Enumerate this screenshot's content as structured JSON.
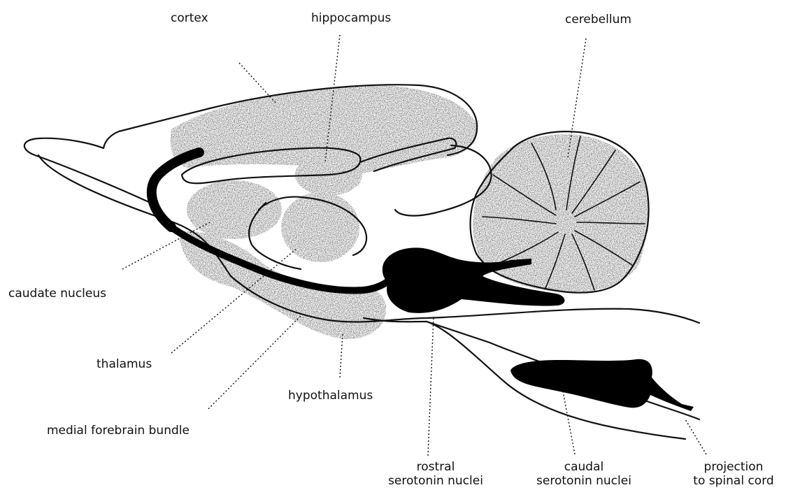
{
  "labels": {
    "cortex": "cortex",
    "hippocampus": "hippocampus",
    "cerebellum": "cerebellum",
    "caudate_nucleus": "caudate nucleus",
    "thalamus": "thalamus",
    "hypothalamus": "hypothalamus",
    "medial_forebrain_bundle": "medial forebrain bundle",
    "rostral_serotonin_nuclei": [
      "rostral",
      "serotonin nuclei"
    ],
    "caudal_serotonin_nuclei": [
      "caudal",
      "serotonin nuclei"
    ],
    "projection_to_spinal_cord": [
      "projection",
      "to spinal cord"
    ]
  },
  "colors": {
    "ink": "#111111",
    "shading": "#6b6b6b",
    "nuclei": "#000000",
    "background": "#ffffff"
  }
}
